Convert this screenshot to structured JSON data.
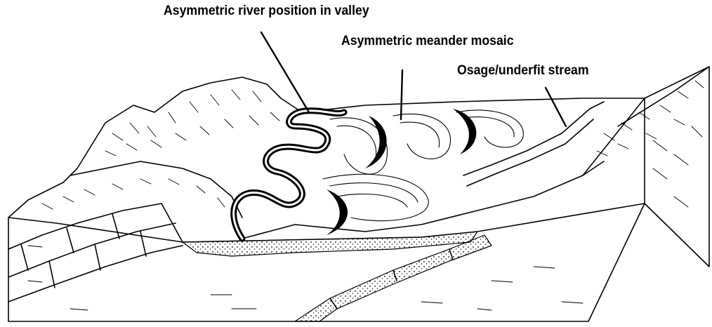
{
  "labels": {
    "river_position": "Asymmetric river position in valley",
    "meander_mosaic": "Asymmetric meander mosaic",
    "underfit_stream": "Osage/underfit stream"
  },
  "colors": {
    "ink": "#000000",
    "paper": "#ffffff"
  }
}
